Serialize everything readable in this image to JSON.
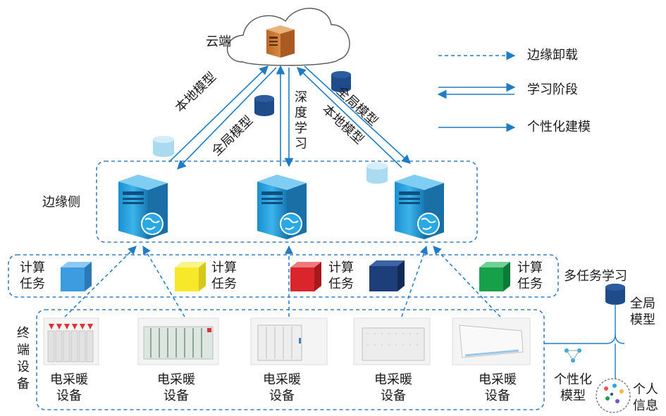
{
  "colors": {
    "arrow_blue": "#1f7cc4",
    "dash_blue": "#3b7fc0",
    "server_blue": "#2ba3dd",
    "cloud_server_orange": "#c8782e",
    "db_dark": "#1e4b8a",
    "db_light": "#a9daf0",
    "cube_blue": "#3d9be0",
    "cube_yellow": "#f7e82a",
    "cube_red": "#d9252b",
    "cube_navy": "#1c3f7a",
    "cube_green": "#16a04a"
  },
  "cloud": {
    "label": "云端"
  },
  "edge": {
    "label": "边缘侧"
  },
  "arrows": {
    "local_model_left": "本地模型",
    "global_model_left": "全局模型",
    "deep_learning": "深度学习",
    "local_model_right": "本地模型",
    "global_model_right": "全局模型"
  },
  "legend": [
    {
      "label": "边缘卸载",
      "style": "dashed"
    },
    {
      "label": "学习阶段",
      "style": "double"
    },
    {
      "label": "个性化建模",
      "style": "solid"
    }
  ],
  "task_row": {
    "tasks": [
      {
        "label": "计算任务",
        "color": "#3d9be0",
        "cube_icon": "cube-blue-icon"
      },
      {
        "label": "计算任务",
        "color": "#f7e82a",
        "cube_icon": "cube-yellow-icon"
      },
      {
        "label": "计算任务",
        "color": "#d9252b",
        "cube_icon": "cube-red-icon"
      },
      {
        "label": "计算任务",
        "color": "#16a04a",
        "cube_icon": "cube-green-icon"
      }
    ],
    "multitask_label": "多任务学习"
  },
  "terminal": {
    "label": "终端设备",
    "devices": [
      {
        "label": "电采暖设备"
      },
      {
        "label": "电采暖设备"
      },
      {
        "label": "电采暖设备"
      },
      {
        "label": "电采暖设备"
      },
      {
        "label": "电采暖设备"
      }
    ]
  },
  "right_panel": {
    "global_model": "全局模型",
    "personalized_model": "个性化模型",
    "personal_info": "个人信息"
  }
}
